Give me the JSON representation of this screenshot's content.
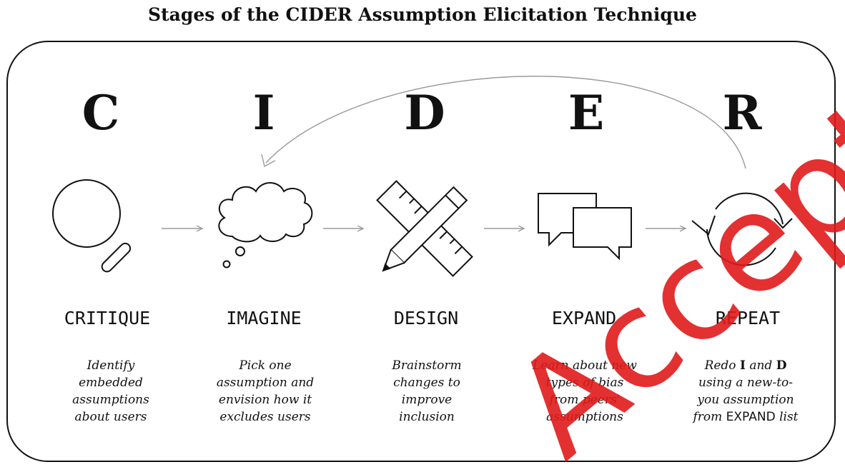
{
  "title": "Stages of the CIDER Assumption Elicitation Technique",
  "stages": [
    {
      "letter": "C",
      "name": "CRITIQUE",
      "icon": "magnifier-icon",
      "description": [
        "Identify",
        "embedded",
        "assumptions",
        "about users"
      ]
    },
    {
      "letter": "I",
      "name": "IMAGINE",
      "icon": "thought-cloud-icon",
      "description": [
        "Pick one",
        "assumption and",
        "envision how it",
        "excludes users"
      ]
    },
    {
      "letter": "D",
      "name": "DESIGN",
      "icon": "pencil-ruler-icon",
      "description": [
        "Brainstorm",
        "changes to",
        "improve",
        "inclusion"
      ]
    },
    {
      "letter": "E",
      "name": "EXPAND",
      "icon": "speech-bubbles-icon",
      "description": [
        "Learn about new",
        "types of bias",
        "from peers'",
        "assumptions"
      ]
    },
    {
      "letter": "R",
      "name": "REPEAT",
      "icon": "cycle-arrows-icon",
      "description_parts": {
        "redo": "Redo",
        "i": "I",
        "and": "and",
        "d": "D",
        "line2": "using a new-to-",
        "line3": "you assumption",
        "from": "from",
        "expand": "EXPAND",
        "list": "list"
      }
    }
  ],
  "watermark": "Accepted",
  "colors": {
    "ink": "#111111",
    "arrow": "#9a9a9a",
    "watermark": "#e0191b"
  }
}
